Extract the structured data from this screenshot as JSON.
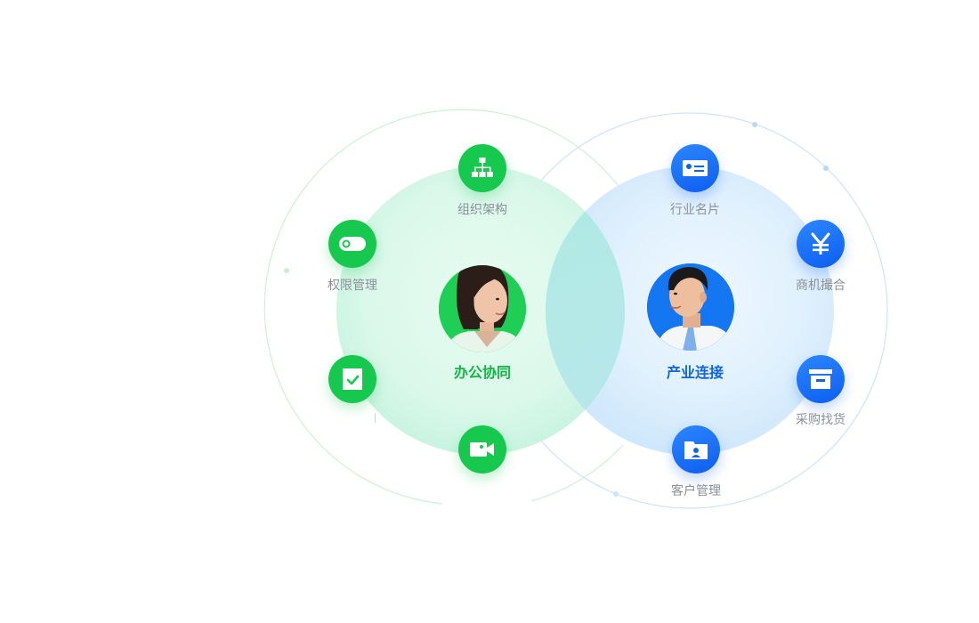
{
  "hubs": {
    "office": {
      "label": "办公协同",
      "color": "#13b545"
    },
    "industry": {
      "label": "产业连接",
      "color": "#1066e0"
    }
  },
  "features": {
    "org_structure": {
      "label": "组织架构",
      "icon": "org-chart-icon"
    },
    "permissions": {
      "label": "权限管理",
      "icon": "toggle-icon"
    },
    "approval": {
      "label": "",
      "icon": "checklist-icon"
    },
    "video_meeting": {
      "label": "",
      "icon": "video-camera-icon"
    },
    "industry_card": {
      "label": "行业名片",
      "icon": "id-card-icon"
    },
    "business_match": {
      "label": "商机撮合",
      "icon": "yen-icon"
    },
    "procurement": {
      "label": "采购找货",
      "icon": "archive-box-icon"
    },
    "customer_mgmt": {
      "label": "客户管理",
      "icon": "contact-folder-icon"
    }
  },
  "colors": {
    "green": "#17c84e",
    "blue": "#1066e0",
    "label_gray": "#8a8f99"
  }
}
